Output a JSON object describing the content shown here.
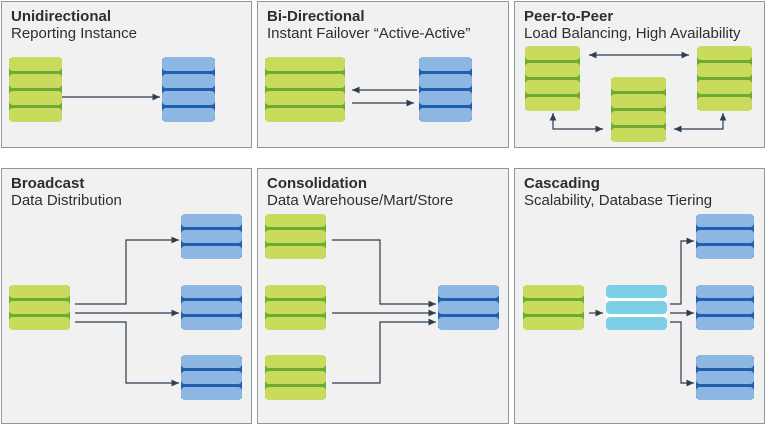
{
  "panels": [
    {
      "id": "unidirectional",
      "title": "Unidirectional",
      "subtitle": "Reporting Instance"
    },
    {
      "id": "bidirectional",
      "title": "Bi-Directional",
      "subtitle": "Instant Failover “Active-Active”"
    },
    {
      "id": "peer-to-peer",
      "title": "Peer-to-Peer",
      "subtitle": "Load Balancing, High Availability"
    },
    {
      "id": "broadcast",
      "title": "Broadcast",
      "subtitle": "Data Distribution"
    },
    {
      "id": "consolidation",
      "title": "Consolidation",
      "subtitle": "Data Warehouse/Mart/Store"
    },
    {
      "id": "cascading",
      "title": "Cascading",
      "subtitle": "Scalability, Database Tiering"
    }
  ],
  "colors": {
    "panel_bg": "#f1f1f2",
    "panel_border": "#8f969c",
    "source_db": "#c8db5c",
    "source_db_band": "#6eaa35",
    "target_db": "#8db6e2",
    "target_db_band": "#1f5fae",
    "intermediate_db": "#7ccfe6",
    "intermediate_db_band": "#ffffff",
    "arrow": "#2f3e4d"
  }
}
